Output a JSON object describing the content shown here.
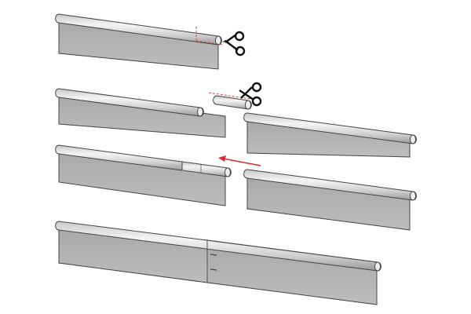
{
  "title": "",
  "steps": [
    {
      "step": 1,
      "action": "cut-tube-end",
      "tool": "scissors-icon"
    },
    {
      "step": 2,
      "action": "remove-tube-section",
      "tool": "scissors-icon"
    },
    {
      "step": 3,
      "action": "slide-tube-into-next-panel",
      "direction": "left"
    },
    {
      "step": 4,
      "action": "joined-panels"
    }
  ],
  "colors": {
    "panel_face": "#b3b3b3",
    "tube": "#e6e6e6",
    "outline": "#3a3a3a",
    "cut_guide": "#d64545",
    "arrow": "#d62d2d"
  }
}
